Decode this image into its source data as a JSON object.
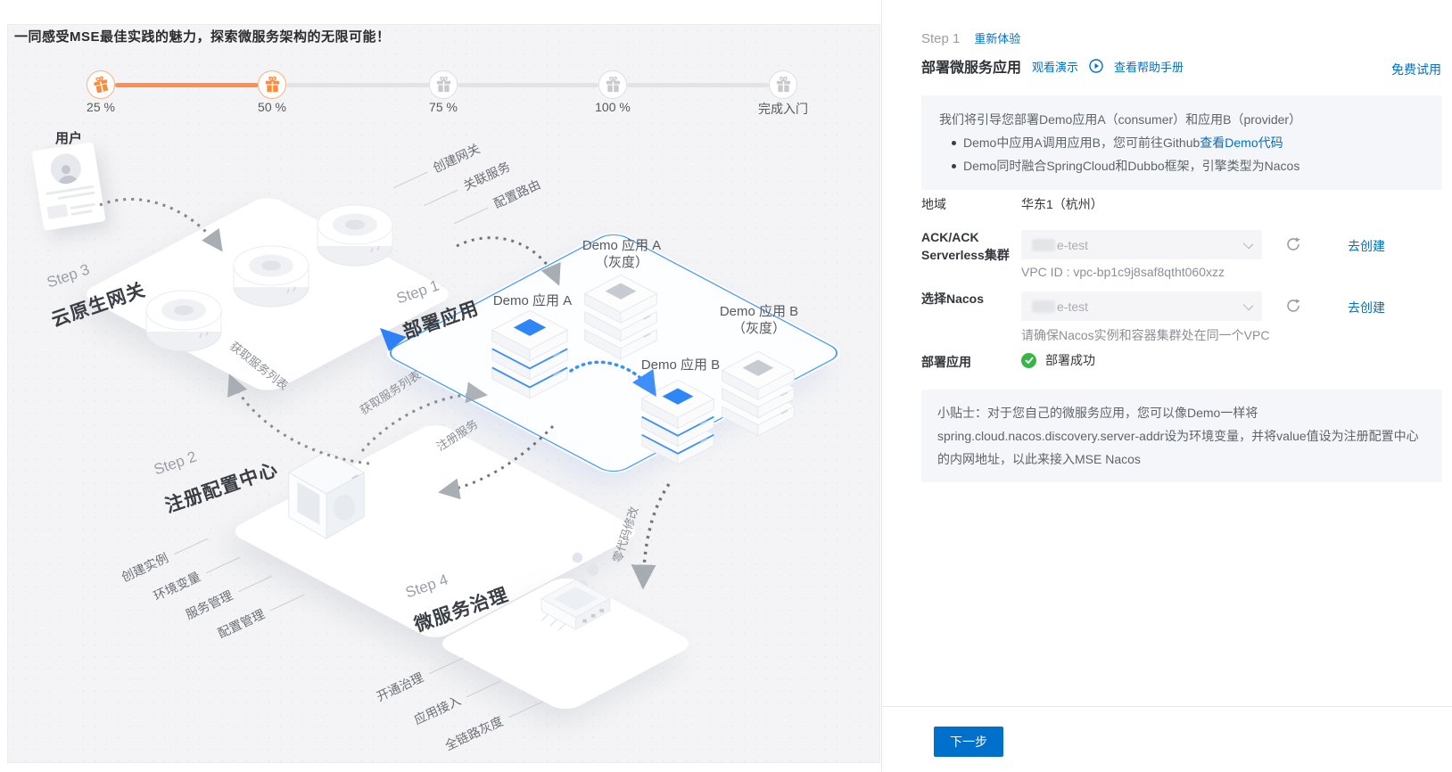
{
  "colors": {
    "accent_blue": "#0070cc",
    "orange": "#ff8e4f",
    "green": "#3bb34a",
    "platform_blue": "#4f9dfb"
  },
  "diagram": {
    "headline": "一同感受MSE最佳实践的魅力，探索微服务架构的无限可能！",
    "progress": {
      "steps": [
        {
          "label": "25 %",
          "active": true
        },
        {
          "label": "50 %",
          "active": true
        },
        {
          "label": "75 %",
          "active": false
        },
        {
          "label": "100 %",
          "active": false
        },
        {
          "label": "完成入门",
          "active": false
        }
      ]
    },
    "user_label": "用户",
    "step3": {
      "step": "Step 3",
      "title": "云原生网关",
      "tasks": [
        "创建网关",
        "关联服务",
        "配置路由"
      ]
    },
    "step1": {
      "step": "Step 1",
      "title": "部署应用"
    },
    "step2": {
      "step": "Step 2",
      "title": "注册配置中心",
      "tasks": [
        "创建实例",
        "环境变量",
        "服务管理",
        "配置管理"
      ]
    },
    "step4": {
      "step": "Step 4",
      "title": "微服务治理",
      "tasks": [
        "开通治理",
        "应用接入",
        "全链路灰度"
      ]
    },
    "apps": {
      "a": "Demo 应用 A",
      "a_gray_line1": "Demo 应用 A",
      "a_gray_line2": "（灰度）",
      "b": "Demo 应用 B",
      "b_gray_line1": "Demo 应用 B",
      "b_gray_line2": "（灰度）"
    },
    "arrows": {
      "get_list_left": "获取服务列表",
      "get_list_right": "获取服务列表",
      "register": "注册服务",
      "zero_code": "零代码修改"
    }
  },
  "panel": {
    "step_label": "Step 1",
    "retry_link": "重新体验",
    "title": "部署微服务应用",
    "watch_demo": "观看演示",
    "help_link": "查看帮助手册",
    "free_trial": "免费试用",
    "intro": {
      "line1": "我们将引导您部署Demo应用A（consumer）和应用B（provider）",
      "bullet1_pre": "Demo中应用A调用应用B，您可前往Github ",
      "bullet1_link": "查看Demo代码",
      "bullet2": "Demo同时融合SpringCloud和Dubbo框架，引擎类型为Nacos"
    },
    "form": {
      "region_label": "地域",
      "region_value": "华东1（杭州）",
      "ack_label": "ACK/ACK Serverless集群",
      "ack_value": "e-test",
      "vpc_hint": "VPC ID : vpc-bp1c9j8saf8qtht060xzz",
      "nacos_label": "选择Nacos",
      "nacos_value": "e-test",
      "nacos_hint": "请确保Nacos实例和容器集群处在同一个VPC",
      "deploy_label": "部署应用",
      "deploy_status": "部署成功",
      "create_link": "去创建"
    },
    "tip": "小贴士：对于您自己的微服务应用，您可以像Demo一样将spring.cloud.nacos.discovery.server-addr设为环境变量，并将value值设为注册配置中心的内网地址，以此来接入MSE Nacos",
    "next_button": "下一步"
  }
}
